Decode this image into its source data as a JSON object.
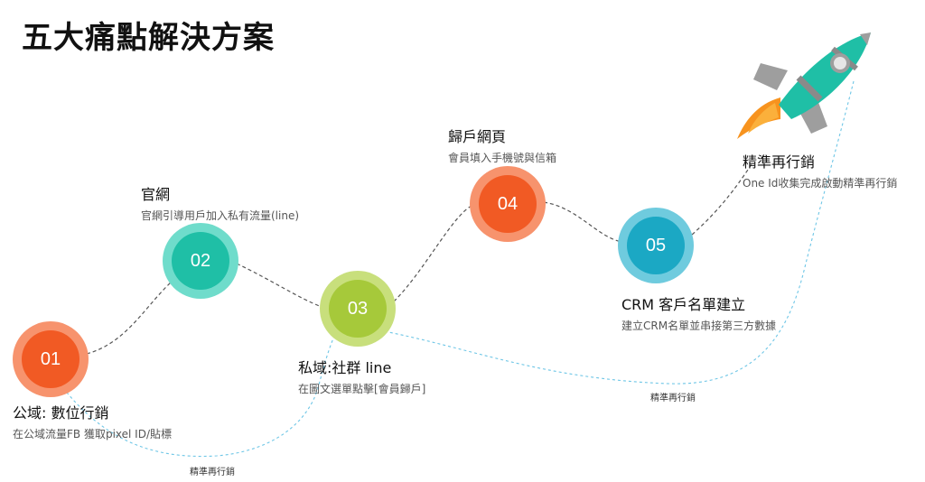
{
  "title": "五大痛點解決方案",
  "colors": {
    "n01": "#f15a24",
    "n01_ring": "#f7936d",
    "n02": "#1fbfa6",
    "n02_ring": "#6fdccb",
    "n03": "#a6c93a",
    "n03_ring": "#c8df7c",
    "n04": "#f15a24",
    "n04_ring": "#f7936d",
    "n05": "#1ba8c4",
    "n05_ring": "#6fcbde",
    "dash_gray": "#555555",
    "dash_blue": "#6ec6e6"
  },
  "nodes": [
    {
      "id": "01",
      "title": "公域: 數位行銷",
      "subtitle": "在公域流量FB 獲取pixel ID/貼標"
    },
    {
      "id": "02",
      "title": "官網",
      "subtitle": "官網引導用戶加入私有流量(line)"
    },
    {
      "id": "03",
      "title": "私域:社群 line",
      "subtitle": "在圖文選單點擊[會員歸戶]"
    },
    {
      "id": "04",
      "title": "歸戶網頁",
      "subtitle": "會員填入手機號與信箱"
    },
    {
      "id": "05",
      "title": "CRM 客戶名單建立",
      "subtitle": "建立CRM名單並串接第三方數據"
    }
  ],
  "final": {
    "title": "精準再行銷",
    "subtitle": "One Id收集完成啟動精準再行銷"
  },
  "retarget_labels": [
    "精準再行銷",
    "精準再行銷"
  ],
  "icons": {
    "rocket": "rocket-icon"
  }
}
